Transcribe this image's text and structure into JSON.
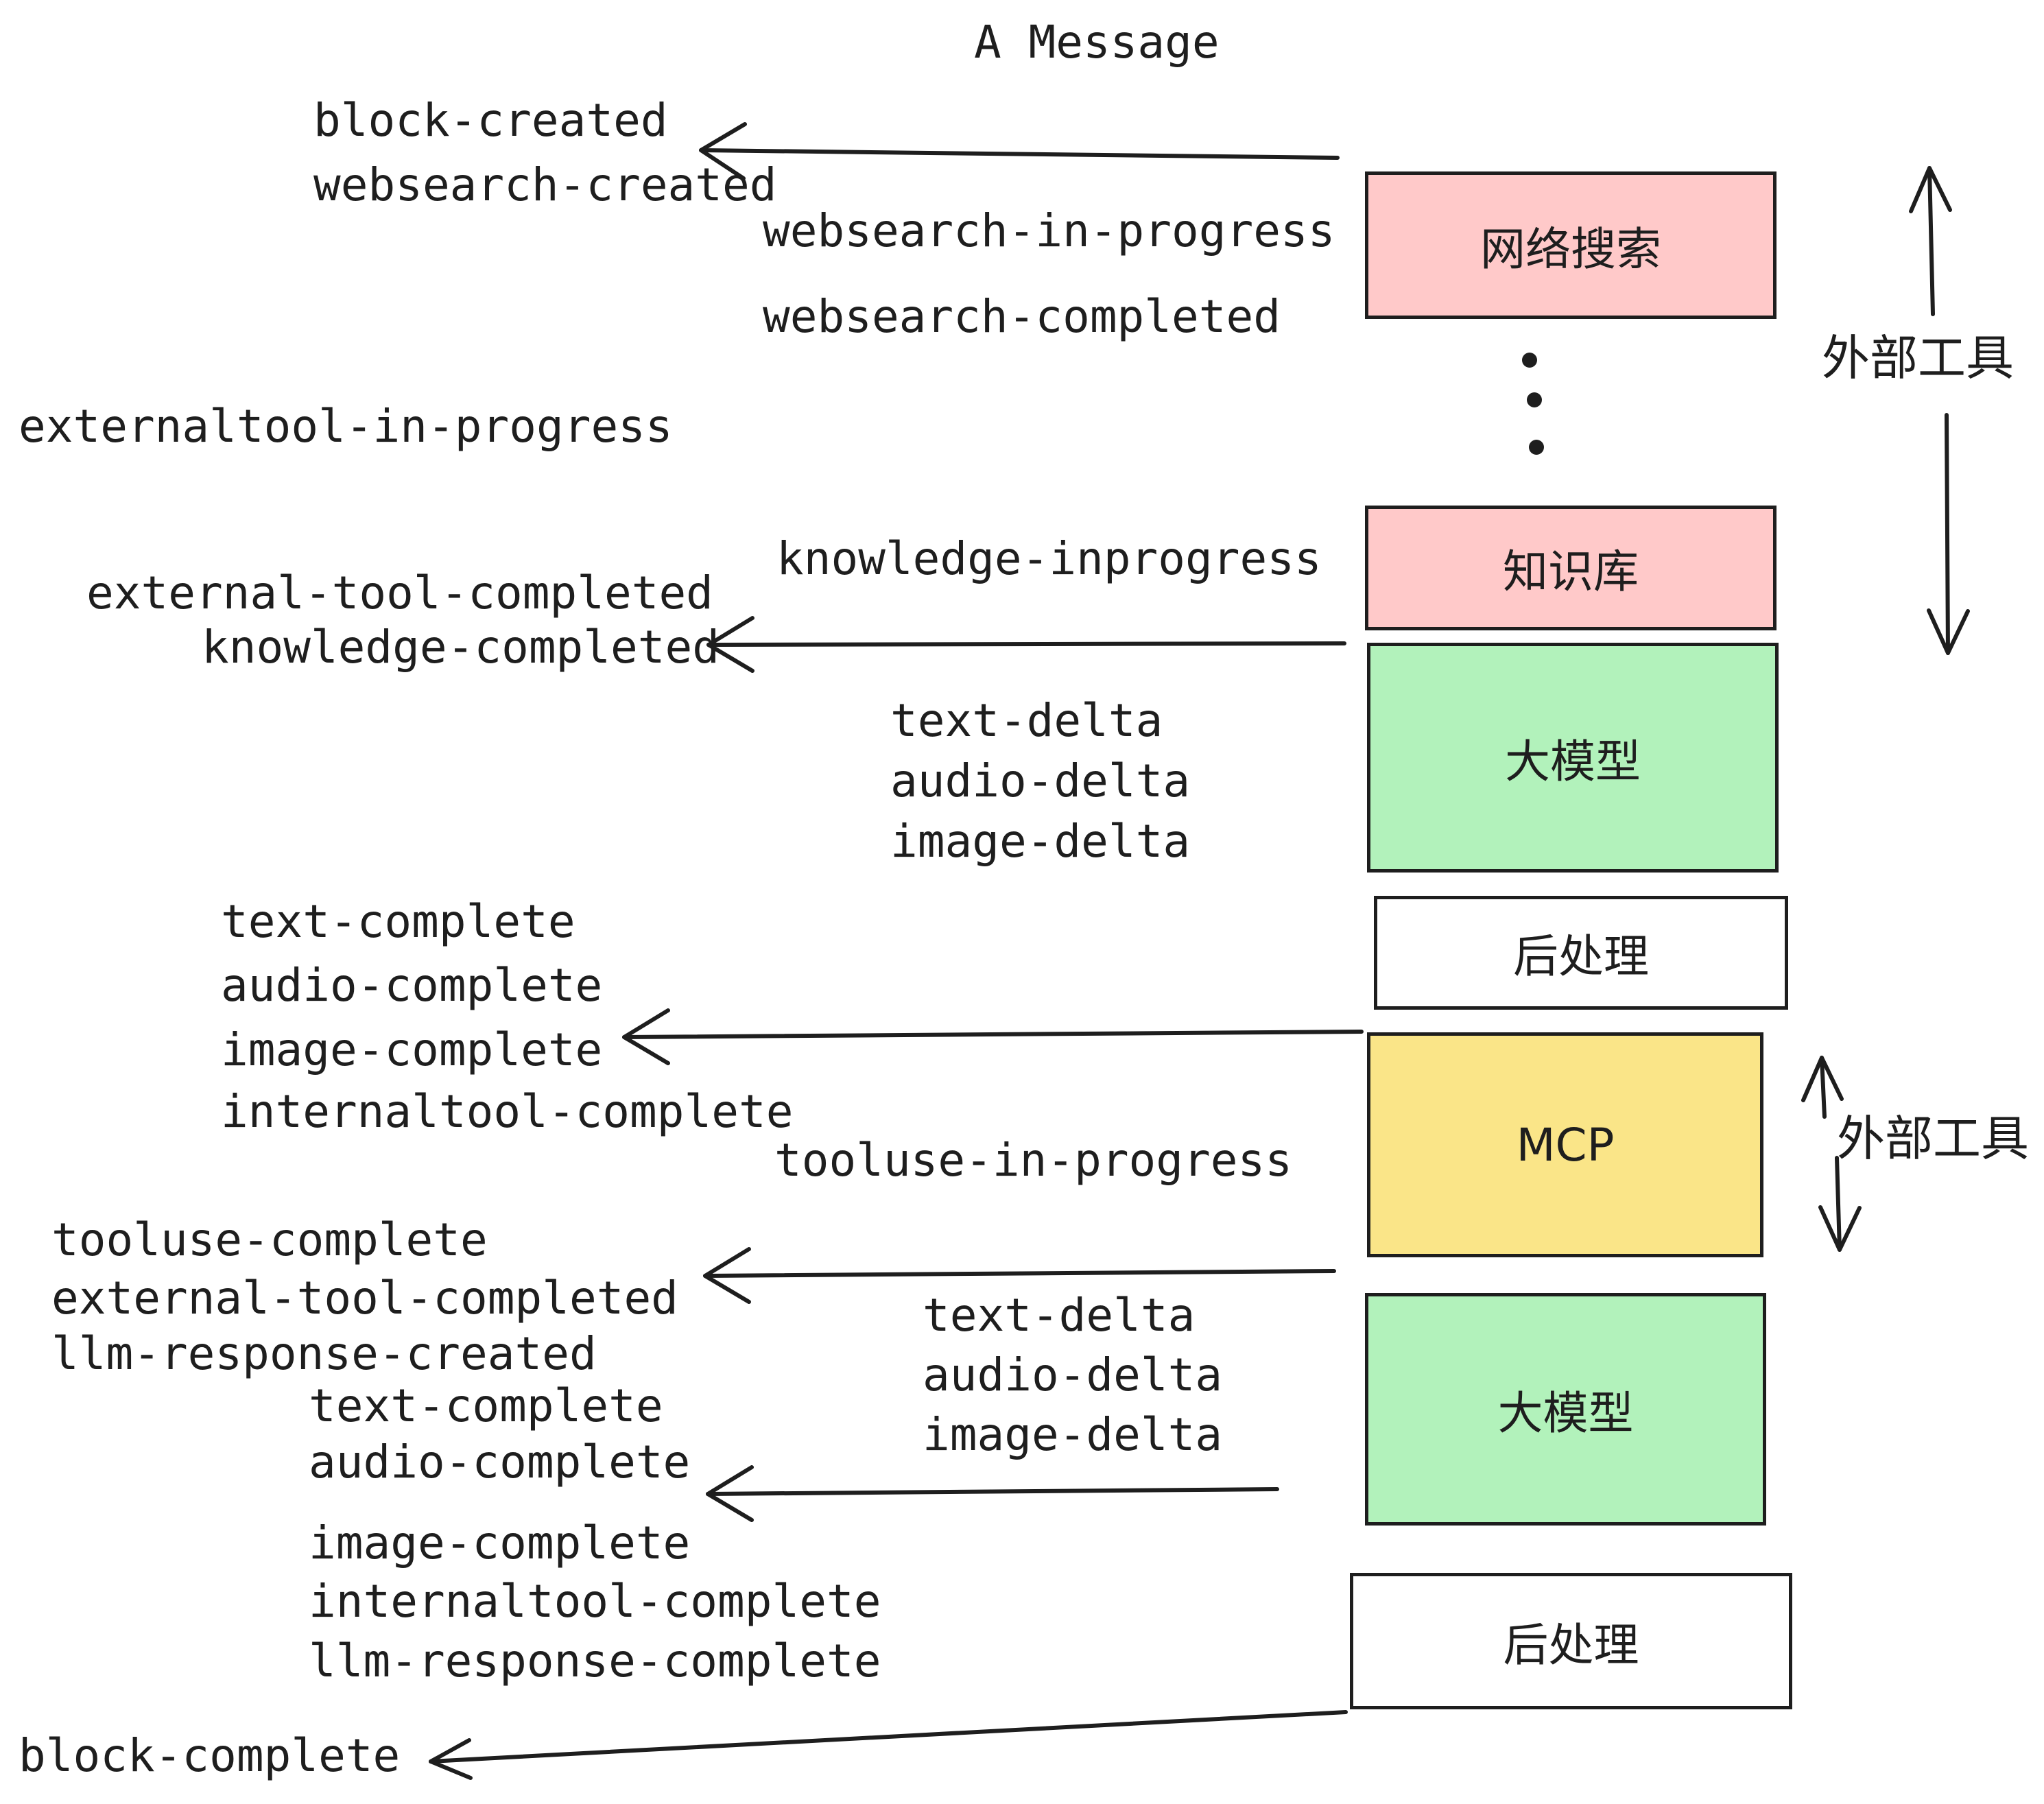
{
  "title": "A Message",
  "colors": {
    "ink": "#1e1e1e",
    "pink": "#ffc9c9",
    "green": "#b2f2bb",
    "yellow": "#fae588",
    "white": "#ffffff"
  },
  "boxes": {
    "websearch": {
      "label": "网络搜索",
      "color": "#ffc9c9"
    },
    "knowledge": {
      "label": "知识库",
      "color": "#ffc9c9"
    },
    "llm": {
      "label": "大模型",
      "color": "#b2f2bb"
    },
    "post": {
      "label": "后处理",
      "color": "#ffffff"
    },
    "mcp": {
      "label": "MCP",
      "color": "#fae588"
    }
  },
  "side_labels": {
    "external_tools": "外部工具"
  },
  "events": {
    "block_created": "block-created",
    "websearch_created": "websearch-created",
    "websearch_in_progress": "websearch-in-progress",
    "websearch_completed": "websearch-completed",
    "externaltool_in_progress": "externaltool-in-progress",
    "knowledge_inprogress": "knowledge-inprogress",
    "external_tool_completed": "external-tool-completed",
    "knowledge_completed": "knowledge-completed",
    "text_delta": "text-delta",
    "audio_delta": "audio-delta",
    "image_delta": "image-delta",
    "text_complete": "text-complete",
    "audio_complete": "audio-complete",
    "image_complete": "image-complete",
    "internaltool_complete": "internaltool-complete",
    "tooluse_in_progress": "tooluse-in-progress",
    "tooluse_complete": "tooluse-complete",
    "llm_response_created": "llm-response-created",
    "llm_response_complete": "llm-response-complete",
    "block_complete": "block-complete"
  }
}
